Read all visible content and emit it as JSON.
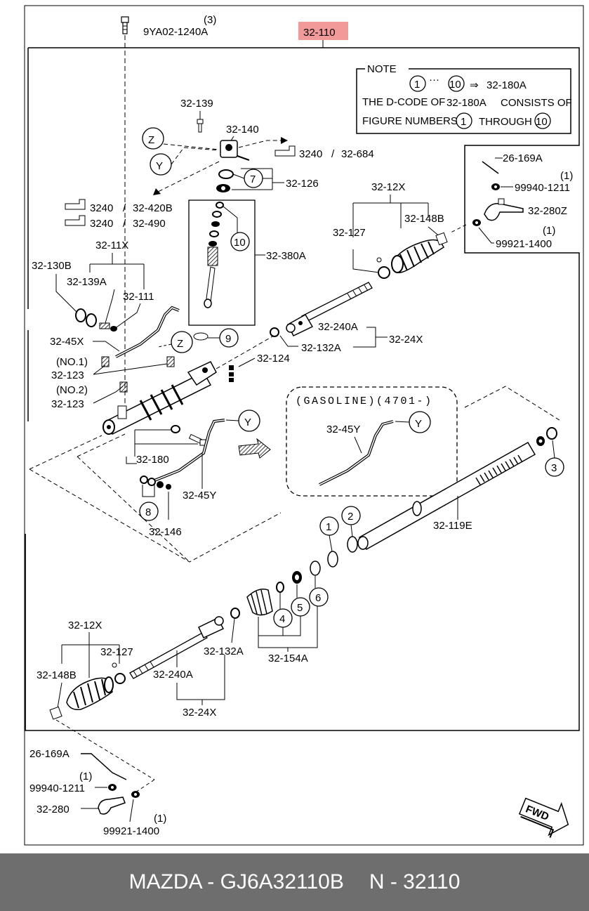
{
  "header": {
    "top_bolt": "9YA02-1240A",
    "top_bolt_qty": "(3)",
    "assembly": "32-110",
    "assembly_highlight": "#f29a9a"
  },
  "note": {
    "title": "NOTE",
    "range_from": "1",
    "range_to": "10",
    "target": "32-180A",
    "line2_a": "THE D-CODE OF",
    "line2_b": "32-180A",
    "line2_c": "CONSISTS OF",
    "line3_a": "FIGURE NUMBERS",
    "line3_b": "1",
    "line3_c": "THROUGH",
    "line3_d": "10"
  },
  "refs": {
    "ref1_num": "3240",
    "ref1_code": "32-684",
    "ref2_num": "3240",
    "ref2_code": "32-420B",
    "ref3_num": "3240",
    "ref3_code": "32-490"
  },
  "gasoline": {
    "title": "(GASOLINE)(4701-)",
    "pipe": "32-45Y",
    "marker": "Y"
  },
  "labels": {
    "l_32_139": "32-139",
    "l_32_140": "32-140",
    "l_32_126": "32-126",
    "l_32_380a": "32-380A",
    "l_32_12x_top": "32-12X",
    "l_32_127_top": "32-127",
    "l_32_148b_top": "32-148B",
    "l_26_169a_top": "26-169A",
    "l_99940_top": "99940-1211",
    "l_99940_top_qty": "(1)",
    "l_32_280z": "32-280Z",
    "l_99921_top": "99921-1400",
    "l_99921_top_qty": "(1)",
    "l_32_11x": "32-11X",
    "l_32_130b": "32-130B",
    "l_32_139a": "32-139A",
    "l_32_111": "32-111",
    "l_32_45x": "32-45X",
    "l_no1": "(NO.1)",
    "l_32_123a": "32-123",
    "l_no2": "(NO.2)",
    "l_32_123b": "32-123",
    "l_32_240a_top": "32-240A",
    "l_32_132a_top": "32-132A",
    "l_32_24x_top": "32-24X",
    "l_32_124": "32-124",
    "l_32_180": "32-180",
    "l_32_45y": "32-45Y",
    "l_32_146": "32-146",
    "l_32_119e": "32-119E",
    "l_32_12x_bot": "32-12X",
    "l_32_127_bot": "32-127",
    "l_32_148b_bot": "32-148B",
    "l_32_240a_bot": "32-240A",
    "l_32_132a_bot": "32-132A",
    "l_32_154a": "32-154A",
    "l_32_24x_bot": "32-24X",
    "l_26_169a_bot": "26-169A",
    "l_99940_bot": "99940-1211",
    "l_99940_bot_qty": "(1)",
    "l_32_280": "32-280",
    "l_99921_bot": "99921-1400",
    "l_99921_bot_qty": "(1)",
    "fwd": "FWD"
  },
  "markers": {
    "m_z1": "Z",
    "m_y1": "Y",
    "m_7": "7",
    "m_10": "10",
    "m_9": "9",
    "m_z2": "Z",
    "m_y2": "Y",
    "m_3": "3",
    "m_8": "8",
    "m_1": "1",
    "m_2": "2",
    "m_4": "4",
    "m_5": "5",
    "m_6": "6"
  },
  "footer": {
    "brand": "MAZDA - GJ6A32110B",
    "code": "N - 32110"
  }
}
